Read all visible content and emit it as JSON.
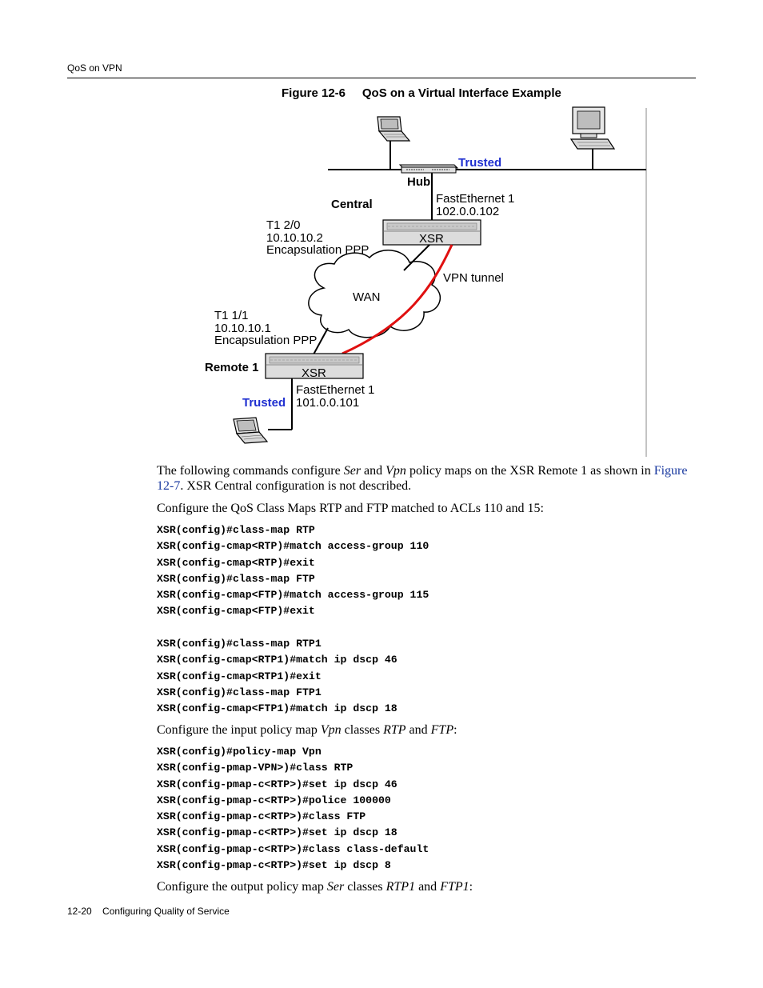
{
  "header": {
    "section": "QoS on VPN"
  },
  "figure": {
    "number": "Figure 12-6",
    "title": "QoS on a Virtual Interface Example",
    "labels": {
      "trusted_top": "Trusted",
      "hub": "Hub",
      "central": "Central",
      "central_fe_1": "FastEthernet 1",
      "central_fe_2": "102.0.0.102",
      "central_t1_1": "T1 2/0",
      "central_t1_2": "10.10.10.2",
      "central_t1_3": "Encapsulation PPP",
      "central_xsr": "XSR",
      "vpn_tunnel": "VPN tunnel",
      "wan": "WAN",
      "remote_t1_1": "T1 1/1",
      "remote_t1_2": "10.10.10.1",
      "remote_t1_3": "Encapsulation PPP",
      "remote": "Remote 1",
      "remote_xsr": "XSR",
      "remote_fe_1": "FastEthernet 1",
      "remote_fe_2": "101.0.0.101",
      "trusted_bottom": "Trusted"
    },
    "colors": {
      "trusted": "#1f2fd0",
      "tunnel": "#e01010"
    },
    "icons": [
      "laptop-icon",
      "desktop-computer-icon",
      "hub-device-icon",
      "xsr-router-icon",
      "wan-cloud-icon"
    ]
  },
  "paragraphs": {
    "p1": {
      "t1": "The following commands configure ",
      "i1": "Ser",
      "t2": " and ",
      "i2": "Vpn",
      "t3": " policy maps on the XSR Remote 1 as shown in ",
      "link": "Figure 12-7",
      "t4": ". XSR Central configuration is not described."
    },
    "p2": {
      "text": "Configure the QoS Class Maps RTP and FTP matched to ACLs 110 and 15:"
    },
    "p3": {
      "t1": "Configure the input policy map ",
      "i1": "Vpn",
      "t2": " classes ",
      "i2": "RTP",
      "t3": " and ",
      "i3": "FTP",
      "t4": ":"
    },
    "p4": {
      "t1": "Configure the output policy map ",
      "i1": "Ser",
      "t2": " classes ",
      "i2": "RTP1",
      "t3": " and ",
      "i3": "FTP1",
      "t4": ":"
    }
  },
  "code_blocks": {
    "class_maps": [
      "XSR(config)#class-map RTP",
      "XSR(config-cmap<RTP)#match access-group 110",
      "XSR(config-cmap<RTP)#exit",
      "XSR(config)#class-map FTP",
      "XSR(config-cmap<FTP)#match access-group 115",
      "XSR(config-cmap<FTP)#exit",
      "",
      "XSR(config)#class-map RTP1",
      "XSR(config-cmap<RTP1)#match ip dscp 46",
      "XSR(config-cmap<RTP1)#exit",
      "XSR(config)#class-map FTP1",
      "XSR(config-cmap<FTP1)#match ip dscp 18"
    ],
    "policy_map": [
      "XSR(config)#policy-map Vpn",
      "XSR(config-pmap-VPN>)#class RTP",
      "XSR(config-pmap-c<RTP>)#set ip dscp 46",
      "XSR(config-pmap-c<RTP>)#police 100000",
      "XSR(config-pmap-c<RTP>)#class FTP",
      "XSR(config-pmap-c<RTP>)#set ip dscp 18",
      "XSR(config-pmap-c<RTP>)#class class-default",
      "XSR(config-pmap-c<RTP>)#set ip dscp 8"
    ]
  },
  "footer": {
    "page": "12-20",
    "chapter": "Configuring Quality of Service"
  }
}
